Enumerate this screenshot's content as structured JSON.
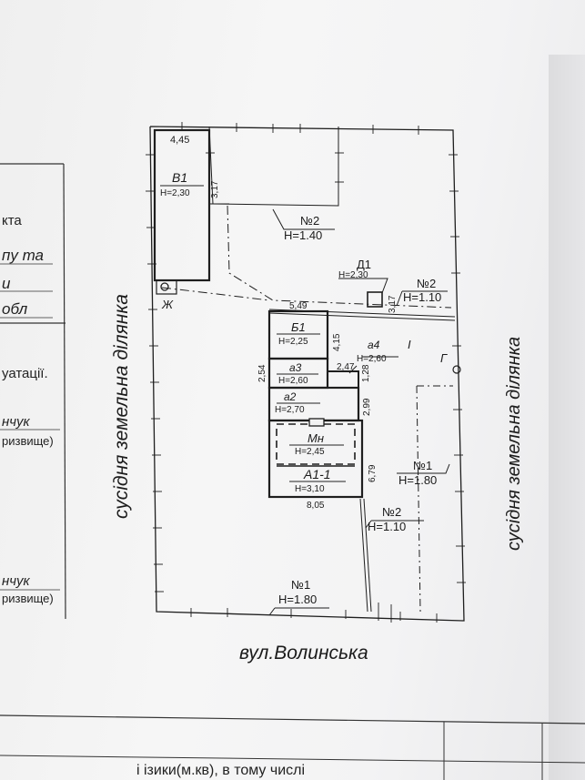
{
  "left_table": {
    "row1": "кта",
    "row2": "пу та",
    "row3": "и",
    "row4": "обл",
    "row5": "уатації.",
    "row6": "нчук",
    "row7": "ризвище)",
    "row8": "нчук",
    "row9": "ризвище)"
  },
  "plan": {
    "neighbor_left": "сусідня земельна ділянка",
    "neighbor_right": "сусідня земельна ділянка",
    "street": "вул.Волинська",
    "v1": {
      "name": "В1",
      "h": "Н=2,30",
      "dim_top": "4,45",
      "dim_side": "3,17"
    },
    "zh": "Ж",
    "fence_n2_top": {
      "name": "№2",
      "h": "Н=1.40"
    },
    "d1": {
      "name": "Д1",
      "h": "Н=2,30",
      "dim": "3,17"
    },
    "fence_n2_right": {
      "name": "№2",
      "h": "Н=1.10"
    },
    "dim_549": "5,49",
    "b1": {
      "name": "Б1",
      "h": "Н=2,25",
      "dim": "4,15"
    },
    "a4": {
      "name": "а4",
      "h": "Н=2,60"
    },
    "a3": {
      "name": "а3",
      "h": "Н=2,60",
      "dim_left": "2,54",
      "dim_247": "2,47",
      "dim_128": "1,28"
    },
    "a2": {
      "name": "а2",
      "h": "Н=2,70",
      "dim": "2,99"
    },
    "mn": {
      "name": "Мн",
      "h": "Н=2,45"
    },
    "a1": {
      "name": "А1-1",
      "h": "Н=3,10",
      "dim_side": "6,79",
      "dim_bottom": "8,05"
    },
    "label_I": "I",
    "label_G": "Г",
    "fence_n1_right": {
      "name": "№1",
      "h": "Н=1.80"
    },
    "fence_n2_bottom": {
      "name": "№2",
      "h": "Н=1.10"
    },
    "fence_n1_bottom": {
      "name": "№1",
      "h": "Н=1.80"
    }
  },
  "bottom_text": "і ізики(м.кв), в тому числі"
}
